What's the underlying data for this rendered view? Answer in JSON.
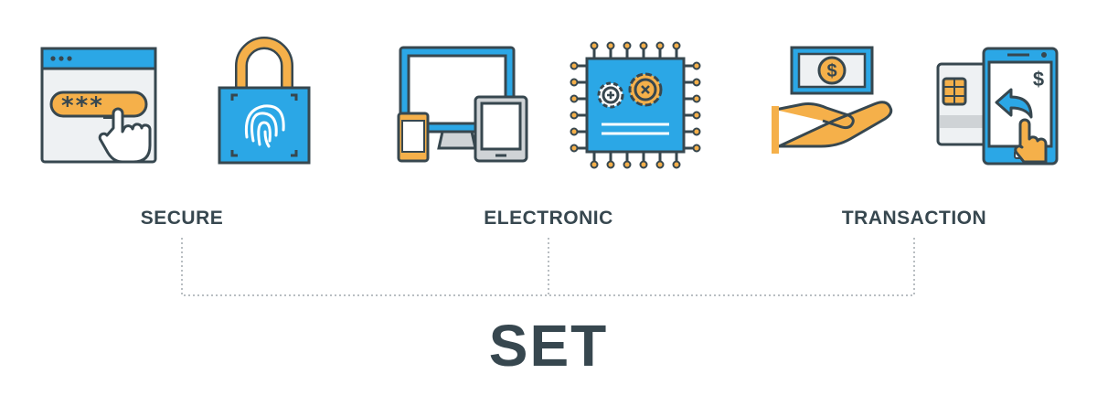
{
  "colors": {
    "stroke": "#37474f",
    "blue": "#2ba7e6",
    "orange": "#f5b04a",
    "gray": "#cfd3d6",
    "light": "#eef1f3",
    "dots": "#b9bec2"
  },
  "icons": [
    {
      "name": "browser-password-icon"
    },
    {
      "name": "padlock-fingerprint-icon"
    },
    {
      "name": "devices-icon"
    },
    {
      "name": "chip-gears-icon"
    },
    {
      "name": "hand-money-icon"
    },
    {
      "name": "card-phone-payment-icon"
    }
  ],
  "password_mask": "***_",
  "currency_symbol": "$",
  "labels": {
    "secure": "SECURE",
    "electronic": "ELECTRONIC",
    "transaction": "TRANSACTION"
  },
  "acronym": "SET"
}
